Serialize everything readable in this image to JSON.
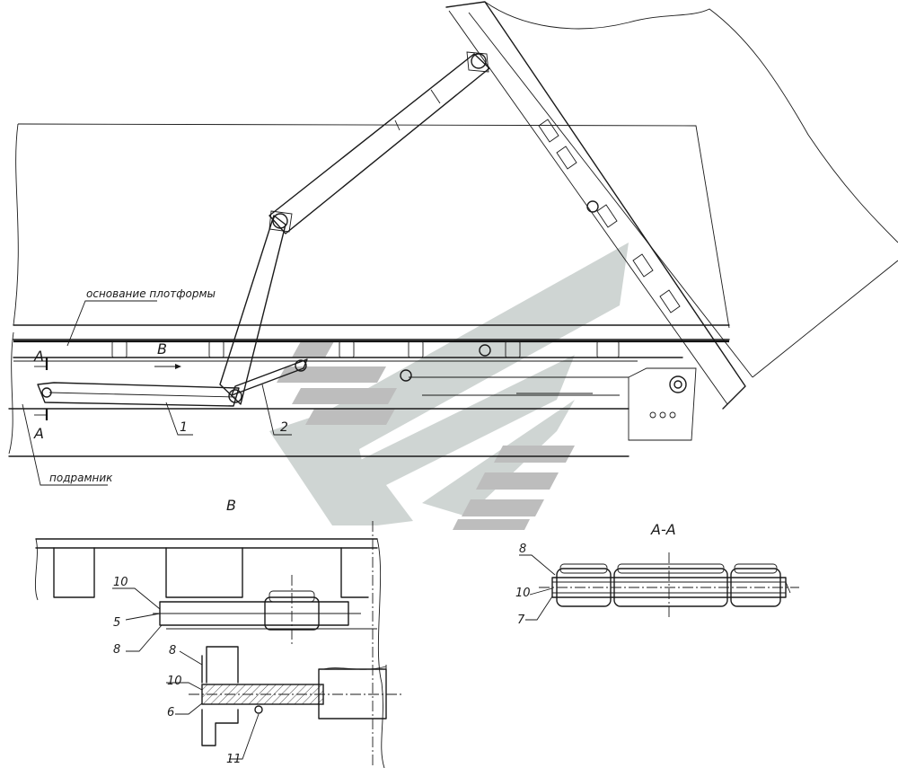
{
  "labels": {
    "platform_base": "основание плотформы",
    "subframe": "подрамник",
    "section_mark": "А",
    "view_b": "В",
    "view_b_title": "В",
    "section_title": "А-А",
    "callouts": {
      "n1": "1",
      "n2": "2",
      "n5": "5",
      "n6": "6",
      "n7": "7",
      "n8": "8",
      "n10": "10",
      "n11": "11"
    }
  },
  "colors": {
    "line": "#1a1a1a",
    "watermark_light": "#cfd5d3",
    "watermark_dark": "#bdbdbd"
  }
}
